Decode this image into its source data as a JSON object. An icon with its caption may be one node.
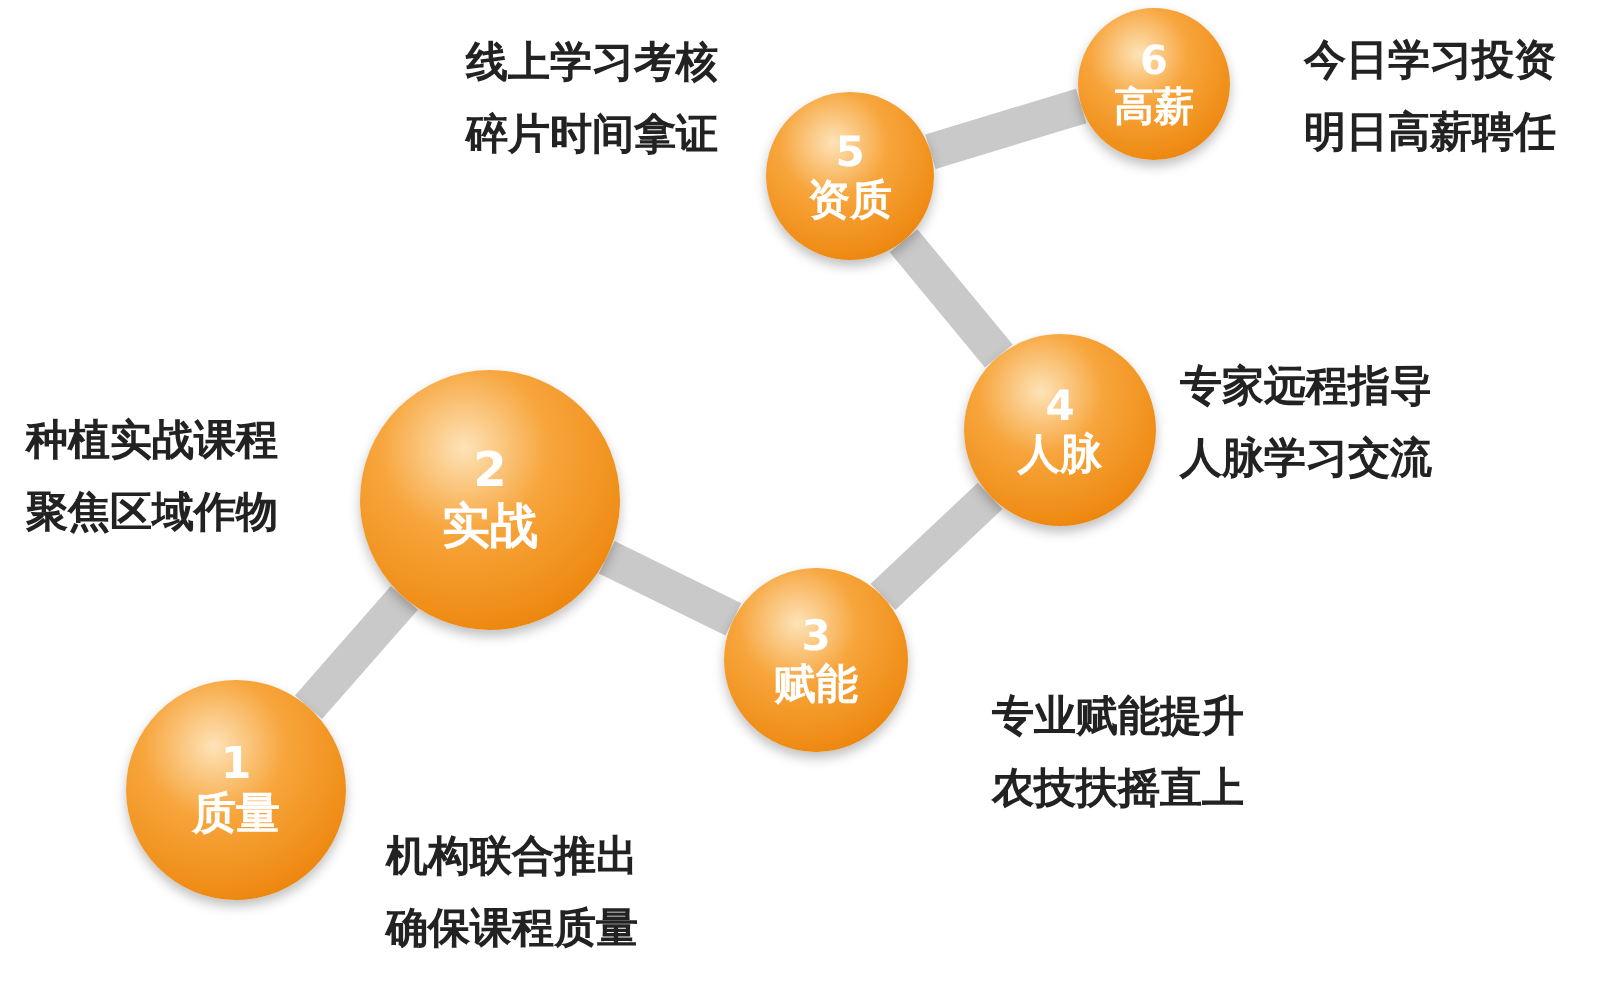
{
  "diagram": {
    "nodes": [
      {
        "text": [
          "1",
          "质量"
        ],
        "beside": [
          "机构联合推出",
          "确保课程质量"
        ]
      },
      {
        "text": [
          "2",
          "实战"
        ],
        "beside": [
          "种植实战课程",
          "聚焦区域作物"
        ]
      },
      {
        "text": [
          "3",
          "赋能"
        ],
        "beside": [
          "专业赋能提升",
          "农技扶摇直上"
        ]
      },
      {
        "text": [
          "4",
          "人脉"
        ],
        "beside": [
          "专家远程指导",
          "人脉学习交流"
        ]
      },
      {
        "text": [
          "5",
          "资质"
        ],
        "beside": [
          "线上学习考核",
          "碎片时间拿证"
        ]
      },
      {
        "text": [
          "6",
          "高薪"
        ],
        "beside": [
          "今日学习投资",
          "明日高薪聘任"
        ]
      }
    ],
    "edges": [
      {
        "from": 0,
        "to": 1,
        "arrow": "none"
      },
      {
        "from": 1,
        "to": 2,
        "arrow": "none"
      },
      {
        "from": 2,
        "to": 3,
        "arrow": "none"
      },
      {
        "from": 3,
        "to": 4,
        "arrow": "none"
      },
      {
        "from": 4,
        "to": 5,
        "arrow": "none"
      }
    ]
  }
}
